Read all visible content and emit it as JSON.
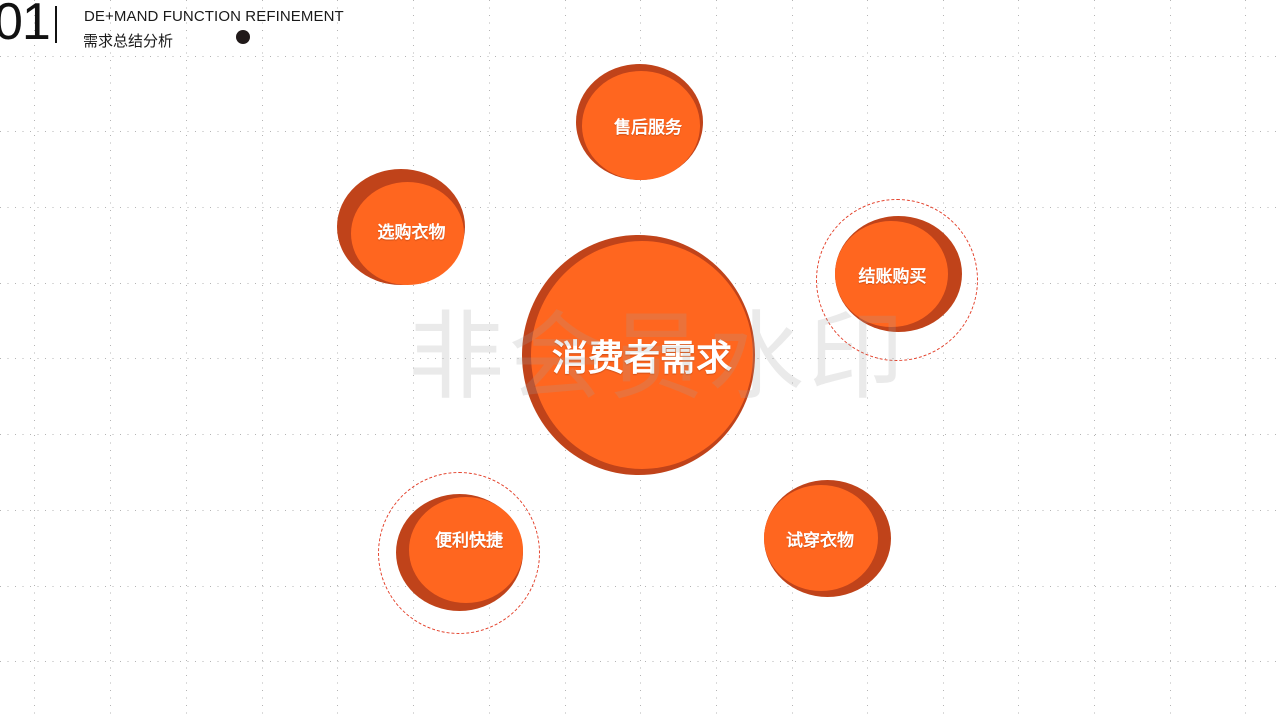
{
  "header": {
    "number": "01",
    "title_en": "DE+MAND FUNCTION REFINEMENT",
    "title_cn": "需求总结分析"
  },
  "watermark": "非会员水印",
  "colors": {
    "face": "#ff661f",
    "rim": "#c0431a",
    "ring": "#e3402a",
    "grid": "#b4b4b4"
  },
  "diagram": {
    "center": {
      "label": "消费者需求"
    },
    "nodes": [
      {
        "id": "after-sales",
        "label": "售后服务"
      },
      {
        "id": "choose-clothes",
        "label": "选购衣物"
      },
      {
        "id": "checkout",
        "label": "结账购买"
      },
      {
        "id": "convenience",
        "label": "便利快捷"
      },
      {
        "id": "try-on",
        "label": "试穿衣物"
      }
    ]
  }
}
